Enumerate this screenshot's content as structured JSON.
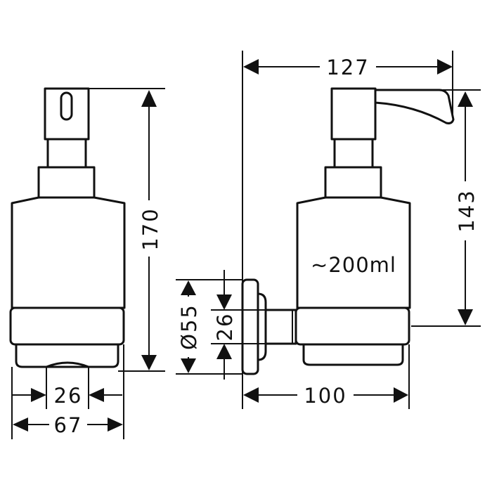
{
  "dimensions": {
    "height_total": "170",
    "base_small": "26",
    "base_width": "67",
    "overall_depth": "127",
    "spout_height": "143",
    "capacity": "~200ml",
    "mount_diameter": "Ø55",
    "mount_arm": "26",
    "wall_to_center": "100"
  }
}
